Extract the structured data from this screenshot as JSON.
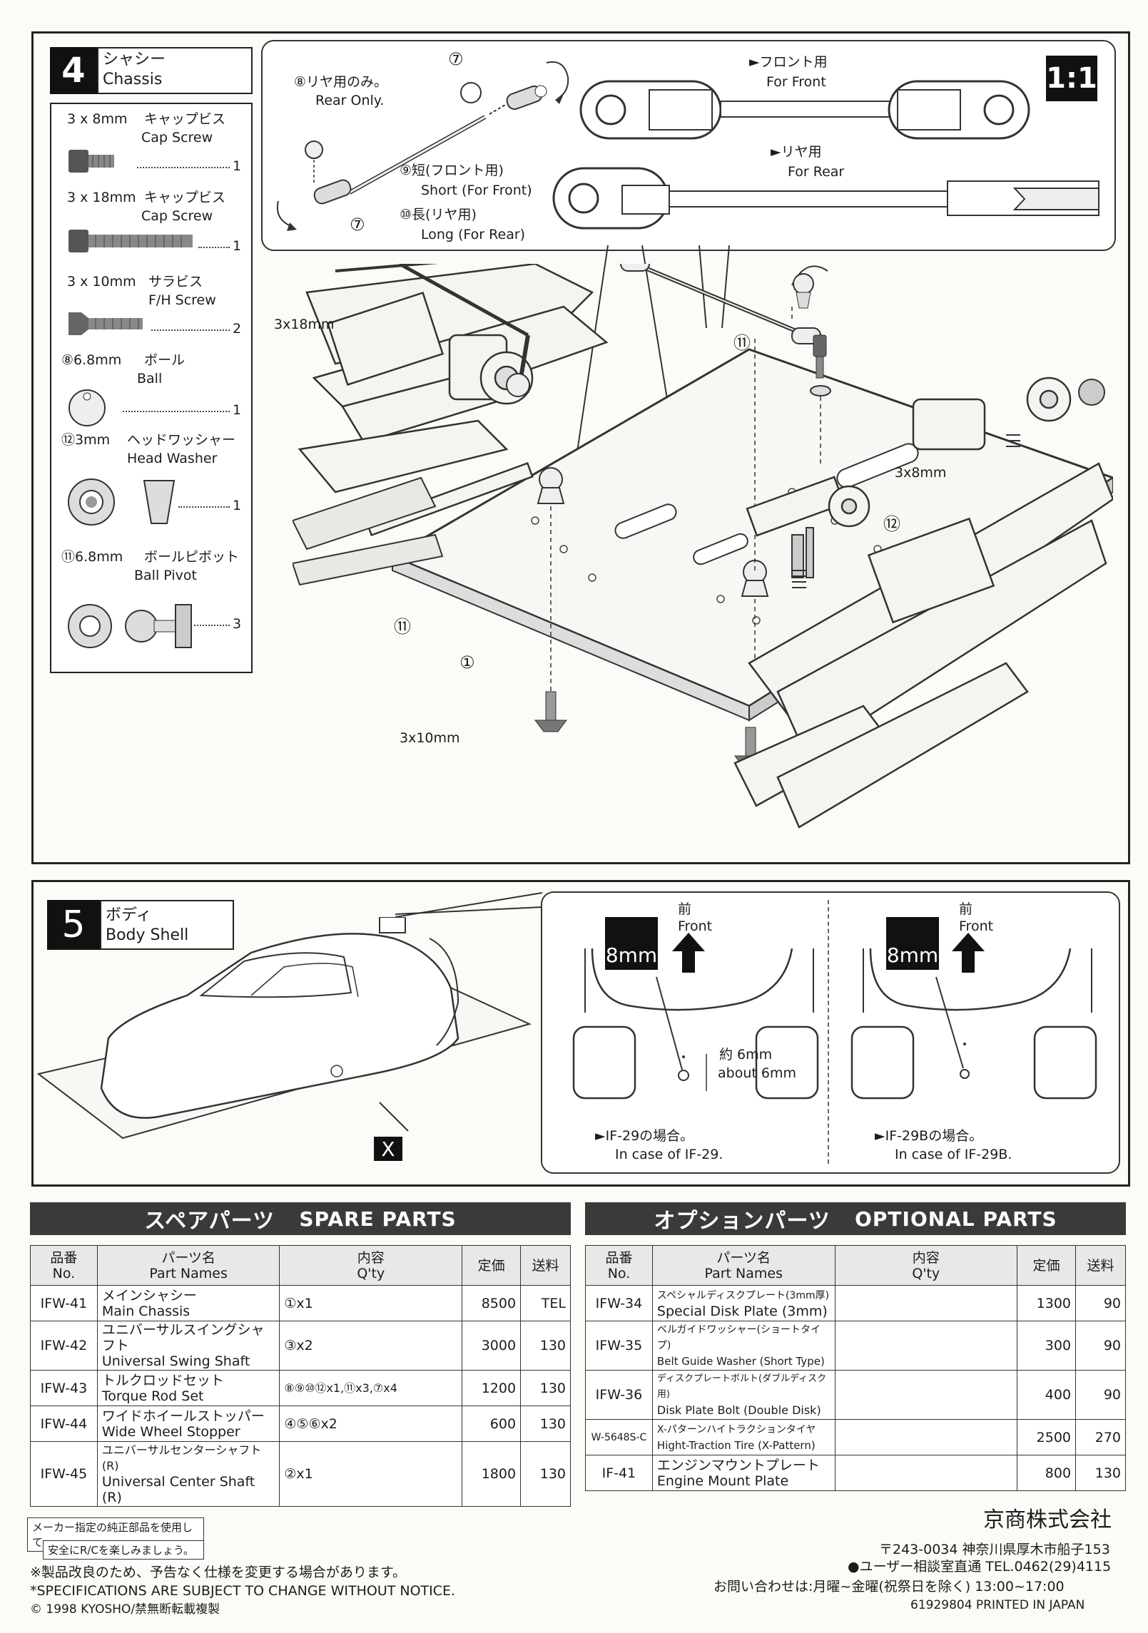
{
  "step4": {
    "number": "4",
    "title_jp": "シャシー",
    "title_en": "Chassis",
    "scale": "1:1",
    "parts": [
      {
        "size": "3 x 8mm",
        "jp": "キャップビス",
        "en": "Cap Screw",
        "qty": "1"
      },
      {
        "size": "3 x 18mm",
        "jp": "キャップビス",
        "en": "Cap Screw",
        "qty": "1"
      },
      {
        "size": "3 x 10mm",
        "jp": "サラビス",
        "en": "F/H Screw",
        "qty": "2"
      },
      {
        "size": "⑧6.8mm",
        "jp": "ボール",
        "en": "Ball",
        "qty": "1"
      },
      {
        "size": "⑫3mm",
        "jp": "ヘッドワッシャー",
        "en": "Head Washer",
        "qty": "1"
      },
      {
        "size": "⑪6.8mm",
        "jp": "ボールピボット",
        "en": "Ball Pivot",
        "qty": "3"
      }
    ],
    "callouts": {
      "rear_only_jp": "⑧リヤ用のみ。",
      "rear_only_en": "Rear Only.",
      "seven": "⑦",
      "short_jp": "⑨短(フロント用)",
      "short_en": "Short (For Front)",
      "long_jp": "⑩長(リヤ用)",
      "long_en": "Long (For Rear)",
      "front_jp": "►フロント用",
      "front_en": "For Front",
      "rear_jp": "►リヤ用",
      "rear_en": "For Rear",
      "screw_3x18": "3x18mm",
      "screw_3x8": "3x8mm",
      "screw_3x10": "3x10mm",
      "eleven": "⑪",
      "twelve": "⑫",
      "one": "①"
    }
  },
  "step5": {
    "number": "5",
    "title_jp": "ボディ",
    "title_en": "Body Shell",
    "x_mark": "X",
    "left": {
      "front_jp": "前",
      "front_en": "Front",
      "drill": "8mm",
      "approx_jp": "約 6mm",
      "approx_en": "about 6mm",
      "case_jp": "►IF-29の場合。",
      "case_en": "In case of  IF-29."
    },
    "right": {
      "front_jp": "前",
      "front_en": "Front",
      "drill": "8mm",
      "case_jp": "►IF-29Bの場合。",
      "case_en": "In case of  IF-29B."
    }
  },
  "spare": {
    "title_jp": "スペアパーツ",
    "title_en": "SPARE PARTS",
    "headers": {
      "no_jp": "品番",
      "no_en": "No.",
      "name_jp": "パーツ名",
      "name_en": "Part Names",
      "qty_jp": "内容",
      "qty_en": "Q'ty",
      "price": "定価",
      "ship": "送料"
    },
    "rows": [
      {
        "no": "IFW-41",
        "jp": "メインシャシー",
        "en": "Main Chassis",
        "qty": "①x1",
        "price": "8500",
        "ship": "TEL"
      },
      {
        "no": "IFW-42",
        "jp": "ユニバーサルスイングシャフト",
        "en": "Universal Swing Shaft",
        "qty": "③x2",
        "price": "3000",
        "ship": "130"
      },
      {
        "no": "IFW-43",
        "jp": "トルクロッドセット",
        "en": "Torque Rod Set",
        "qty": "⑧⑨⑩⑫x1,⑪x3,⑦x4",
        "price": "1200",
        "ship": "130"
      },
      {
        "no": "IFW-44",
        "jp": "ワイドホイールストッパー",
        "en": "Wide Wheel Stopper",
        "qty": "④⑤⑥x2",
        "price": "600",
        "ship": "130"
      },
      {
        "no": "IFW-45",
        "jp": "ユニバーサルセンターシャフト(R)",
        "en": "Universal Center Shaft (R)",
        "qty": "②x1",
        "price": "1800",
        "ship": "130"
      }
    ]
  },
  "optional": {
    "title_jp": "オプションパーツ",
    "title_en": "OPTIONAL PARTS",
    "headers": {
      "no_jp": "品番",
      "no_en": "No.",
      "name_jp": "パーツ名",
      "name_en": "Part Names",
      "qty_jp": "内容",
      "qty_en": "Q'ty",
      "price": "定価",
      "ship": "送料"
    },
    "rows": [
      {
        "no": "IFW-34",
        "jp": "スペシャルディスクプレート(3mm厚)",
        "en": "Special Disk Plate (3mm)",
        "qty": "",
        "price": "1300",
        "ship": "90"
      },
      {
        "no": "IFW-35",
        "jp": "ベルガイドワッシャー(ショートタイプ)",
        "en": "Belt Guide Washer (Short Type)",
        "qty": "",
        "price": "300",
        "ship": "90"
      },
      {
        "no": "IFW-36",
        "jp": "ディスクプレートボルト(ダブルディスク用)",
        "en": "Disk Plate Bolt (Double Disk)",
        "qty": "",
        "price": "400",
        "ship": "90"
      },
      {
        "no": "W-5648S-C",
        "jp": "X-パターンハイトラクションタイヤ",
        "en": "Hight-Traction Tire (X-Pattern)",
        "qty": "",
        "price": "2500",
        "ship": "270"
      },
      {
        "no": "IF-41",
        "jp": "エンジンマウントプレート",
        "en": "Engine Mount Plate",
        "qty": "",
        "price": "800",
        "ship": "130"
      }
    ]
  },
  "footer": {
    "notice1": "メーカー指定の純正部品を使用して",
    "notice2": "安全にR/Cを楽しみましょう。",
    "spec_jp": "※製品改良のため、予告なく仕様を変更する場合があります。",
    "spec_en": "*SPECIFICATIONS ARE SUBJECT TO CHANGE WITHOUT NOTICE.",
    "copyright": "© 1998 KYOSHO/禁無断転載複製",
    "company": "京商株式会社",
    "address": "〒243-0034 神奈川県厚木市船子153",
    "tel": "●ユーザー相談室直通 TEL.0462(29)4115",
    "hours": "お問い合わせは:月曜~金曜(祝祭日を除く) 13:00~17:00",
    "print": "61929804 PRINTED IN JAPAN"
  }
}
